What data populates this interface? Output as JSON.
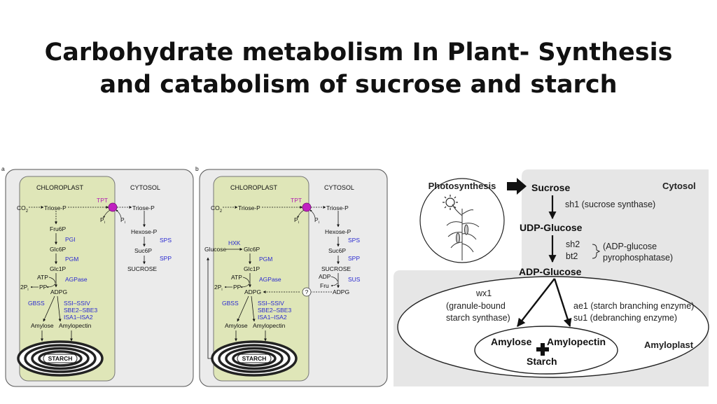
{
  "title": {
    "line1": "Carbohydrate metabolism In Plant- Synthesis",
    "line2": "and catabolism of sucrose and starch"
  },
  "panel_a": {
    "letter": "a",
    "chloroplast": "CHLOROPLAST",
    "cytosol": "CYTOSOL",
    "co2": "CO",
    "co2_sub": "2",
    "triose_p": "Triose-P",
    "tpt": "TPT",
    "pi_a": "P",
    "pi_b": "P",
    "pi_sub": "i",
    "triose_p_cyt": "Triose-P",
    "fru6p": "Fru6P",
    "pgi": "PGI",
    "glc6p": "Glc6P",
    "pgm": "PGM",
    "glc1p": "Glc1P",
    "atp": "ATP",
    "agpase": "AGPase",
    "two_pi": "2P",
    "pp": "PP",
    "adpg": "ADPG",
    "gbss": "GBSS",
    "ssi_ssiv": "SSI–SSIV",
    "sbe": "SBE2–SBE3",
    "isa": "ISA1–ISA2",
    "amylose": "Amylose",
    "amylopectin": "Amylopectin",
    "starch": "STARCH",
    "hexose_p": "Hexose-P",
    "sps": "SPS",
    "suc6p": "Suc6P",
    "spp": "SPP",
    "sucrose": "SUCROSE"
  },
  "panel_b": {
    "letter": "b",
    "chloroplast": "CHLOROPLAST",
    "cytosol": "CYTOSOL",
    "co2": "CO",
    "co2_sub": "2",
    "triose_p": "Triose-P",
    "tpt": "TPT",
    "pi_a": "P",
    "pi_b": "P",
    "pi_sub": "i",
    "triose_p_cyt": "Triose-P",
    "glucose": "Glucose",
    "hxk": "HXK",
    "glc6p": "Glc6P",
    "pgm": "PGM",
    "glc1p": "Glc1P",
    "atp": "ATP",
    "agpase": "AGPase",
    "two_pi": "2P",
    "pp": "PP",
    "adpg": "ADPG",
    "question": "?",
    "gbss": "GBSS",
    "ssi_ssiv": "SSI–SSIV",
    "sbe": "SBE2–SBE3",
    "isa": "ISA1–ISA2",
    "amylose": "Amylose",
    "amylopectin": "Amylopectin",
    "starch": "STARCH",
    "hexose_p": "Hexose-P",
    "sps": "SPS",
    "suc6p": "Suc6P",
    "spp": "SPP",
    "sucrose": "SUCROSE",
    "adp": "ADP",
    "fru": "Fru",
    "sus": "SUS",
    "adpg_cyt": "ADPG"
  },
  "panel_c": {
    "photosynthesis": "Photosynthesis",
    "cytosol": "Cytosol",
    "sucrose": "Sucrose",
    "sh1": "sh1 (sucrose synthase)",
    "udp_glucose": "UDP-Glucose",
    "sh2": "sh2",
    "bt2": "bt2",
    "adp_glucose_pyro_1": "(ADP-glucose",
    "adp_glucose_pyro_2": "pyrophosphatase)",
    "adp_glucose": "ADP-Glucose",
    "wx1": "wx1",
    "granule_1": "(granule-bound",
    "granule_2": "starch synthase)",
    "ae1": "ae1 (starch branching enzyme)",
    "su1": "su1 (debranching enzyme)",
    "amylose": "Amylose",
    "amylopectin": "Amylopectin",
    "starch": "Starch",
    "amyloplast": "Amyloplast"
  },
  "colors": {
    "chloroplast_fill": "#dfe6b8",
    "panel_fill": "#ebebeb",
    "enzyme_blue": "#2a2ad0",
    "tpt_magenta": "#b01ab0",
    "cytosol_gray": "#e6e6e6"
  }
}
